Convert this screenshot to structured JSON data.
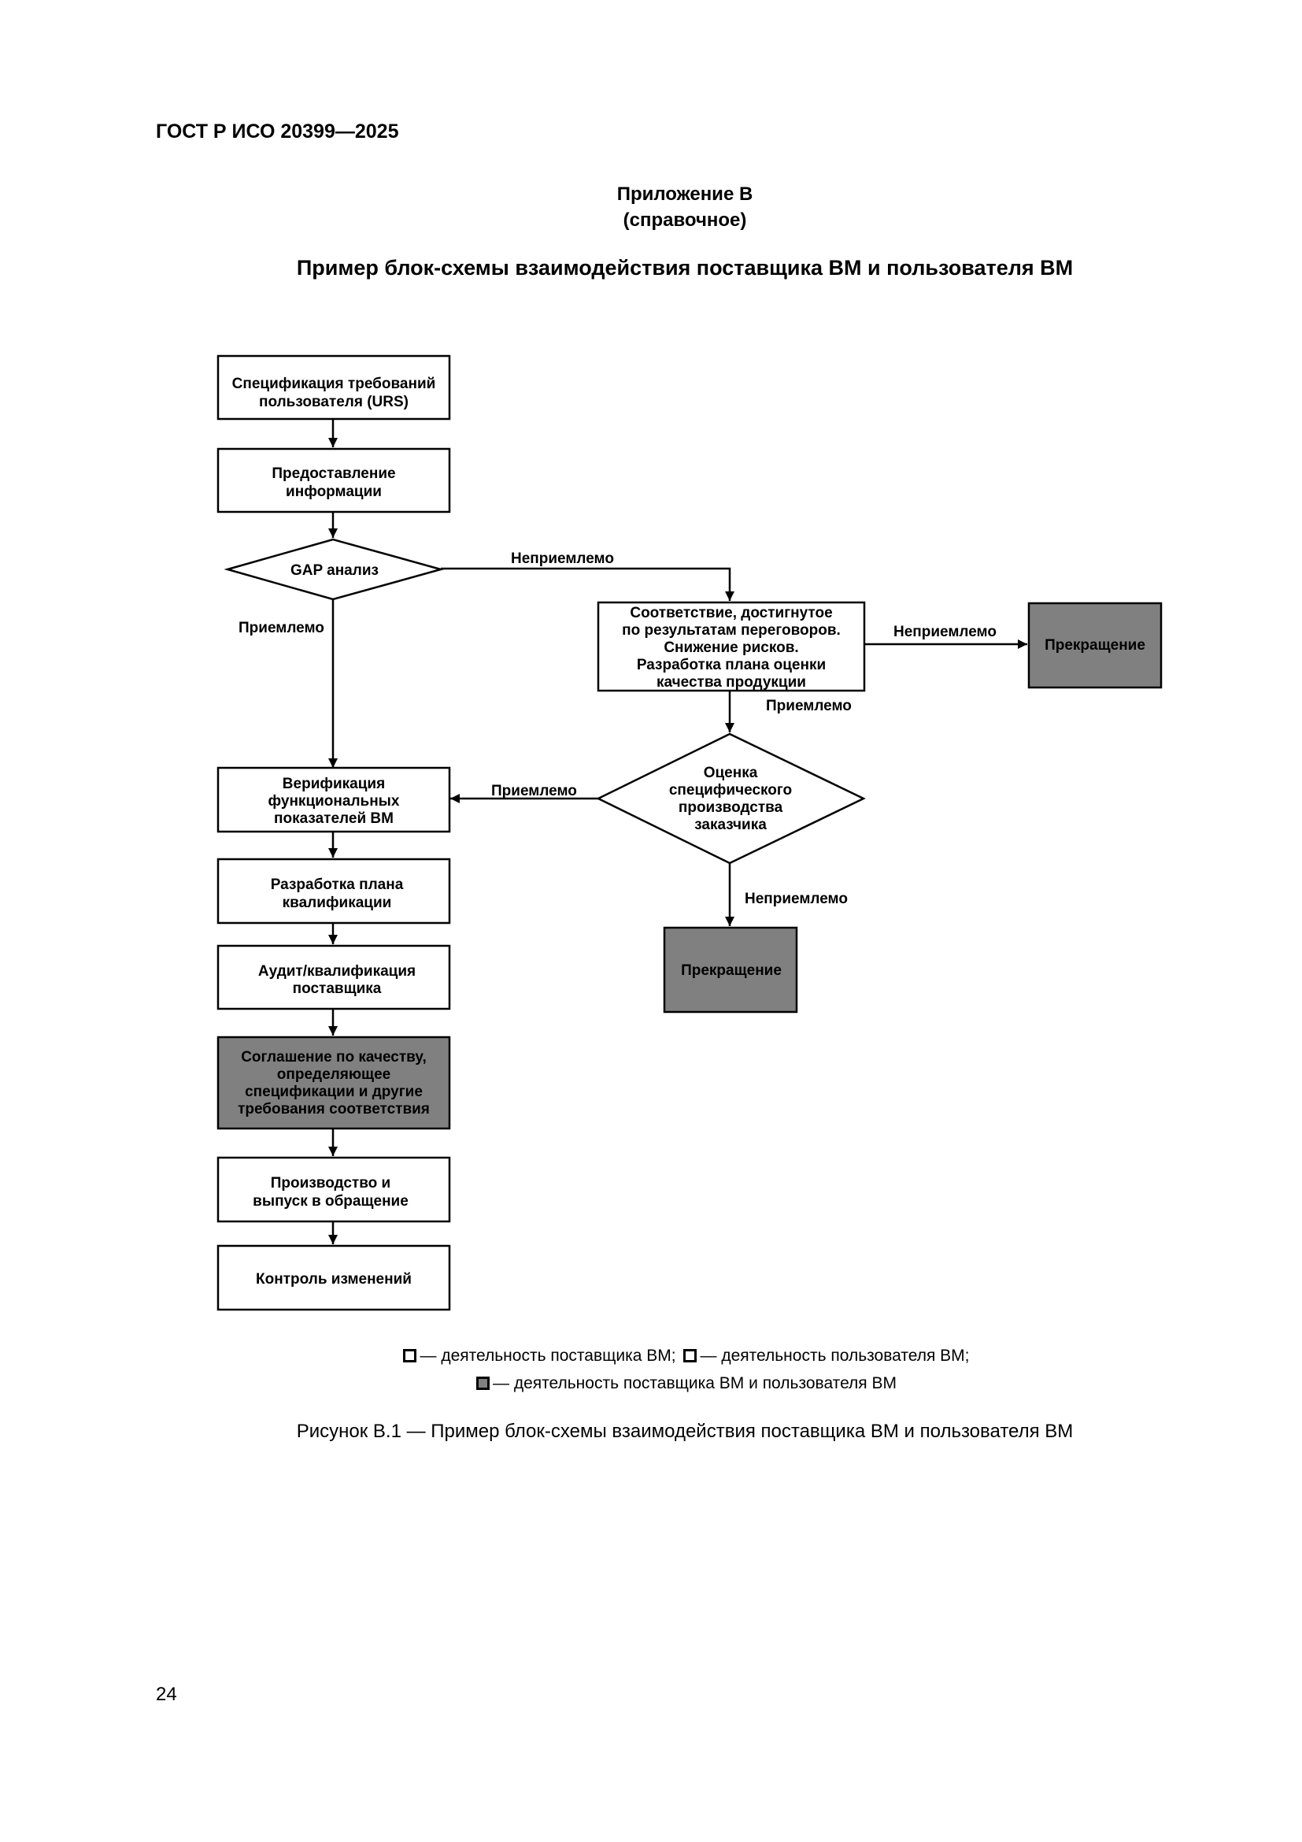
{
  "header": {
    "doc_id": "ГОСТ Р ИСО 20399—2025"
  },
  "appendix": {
    "title": "Приложение В",
    "status": "(справочное)"
  },
  "title": "Пример блок-схемы взаимодействия поставщика ВМ и пользователя ВМ",
  "flowchart": {
    "nodes": {
      "urs": [
        "Спецификация требований",
        "пользователя (URS)"
      ],
      "info": [
        "Предоставление",
        "информации"
      ],
      "gap": [
        "GAP анализ"
      ],
      "negotiation": [
        "Соответствие, достигнутое",
        "по результатам переговоров.",
        "Снижение рисков.",
        "Разработка плана оценки",
        "качества продукции"
      ],
      "stop1": [
        "Прекращение"
      ],
      "verify": [
        "Верификация",
        "функциональных",
        "показателей ВМ"
      ],
      "assess": [
        "Оценка",
        "специфического",
        "производства",
        "заказчика"
      ],
      "stop2": [
        "Прекращение"
      ],
      "qual_plan": [
        "Разработка плана",
        "квалификации"
      ],
      "audit": [
        "Аудит/квалификация",
        "поставщика"
      ],
      "quality_agreement": [
        "Соглашение по качеству,",
        "определяющее",
        "спецификации и другие",
        "требования соответствия"
      ],
      "production": [
        "Производство и",
        "выпуск в обращение"
      ],
      "change_control": [
        "Контроль изменений"
      ]
    },
    "labels": {
      "gap_unacceptable": "Неприемлемо",
      "gap_acceptable": "Приемлемо",
      "neg_unacceptable": "Неприемлемо",
      "neg_acceptable": "Приемлемо",
      "assess_acceptable": "Приемлемо",
      "assess_unacceptable": "Неприемлемо"
    }
  },
  "legend": {
    "supplier": "— деятельность поставщика ВМ;",
    "user": "— деятельность пользователя ВМ;",
    "both": "— деятельность поставщика ВМ и пользователя ВМ"
  },
  "caption": "Рисунок В.1 — Пример блок-схемы взаимодействия поставщика ВМ и пользователя ВМ",
  "page_number": "24"
}
